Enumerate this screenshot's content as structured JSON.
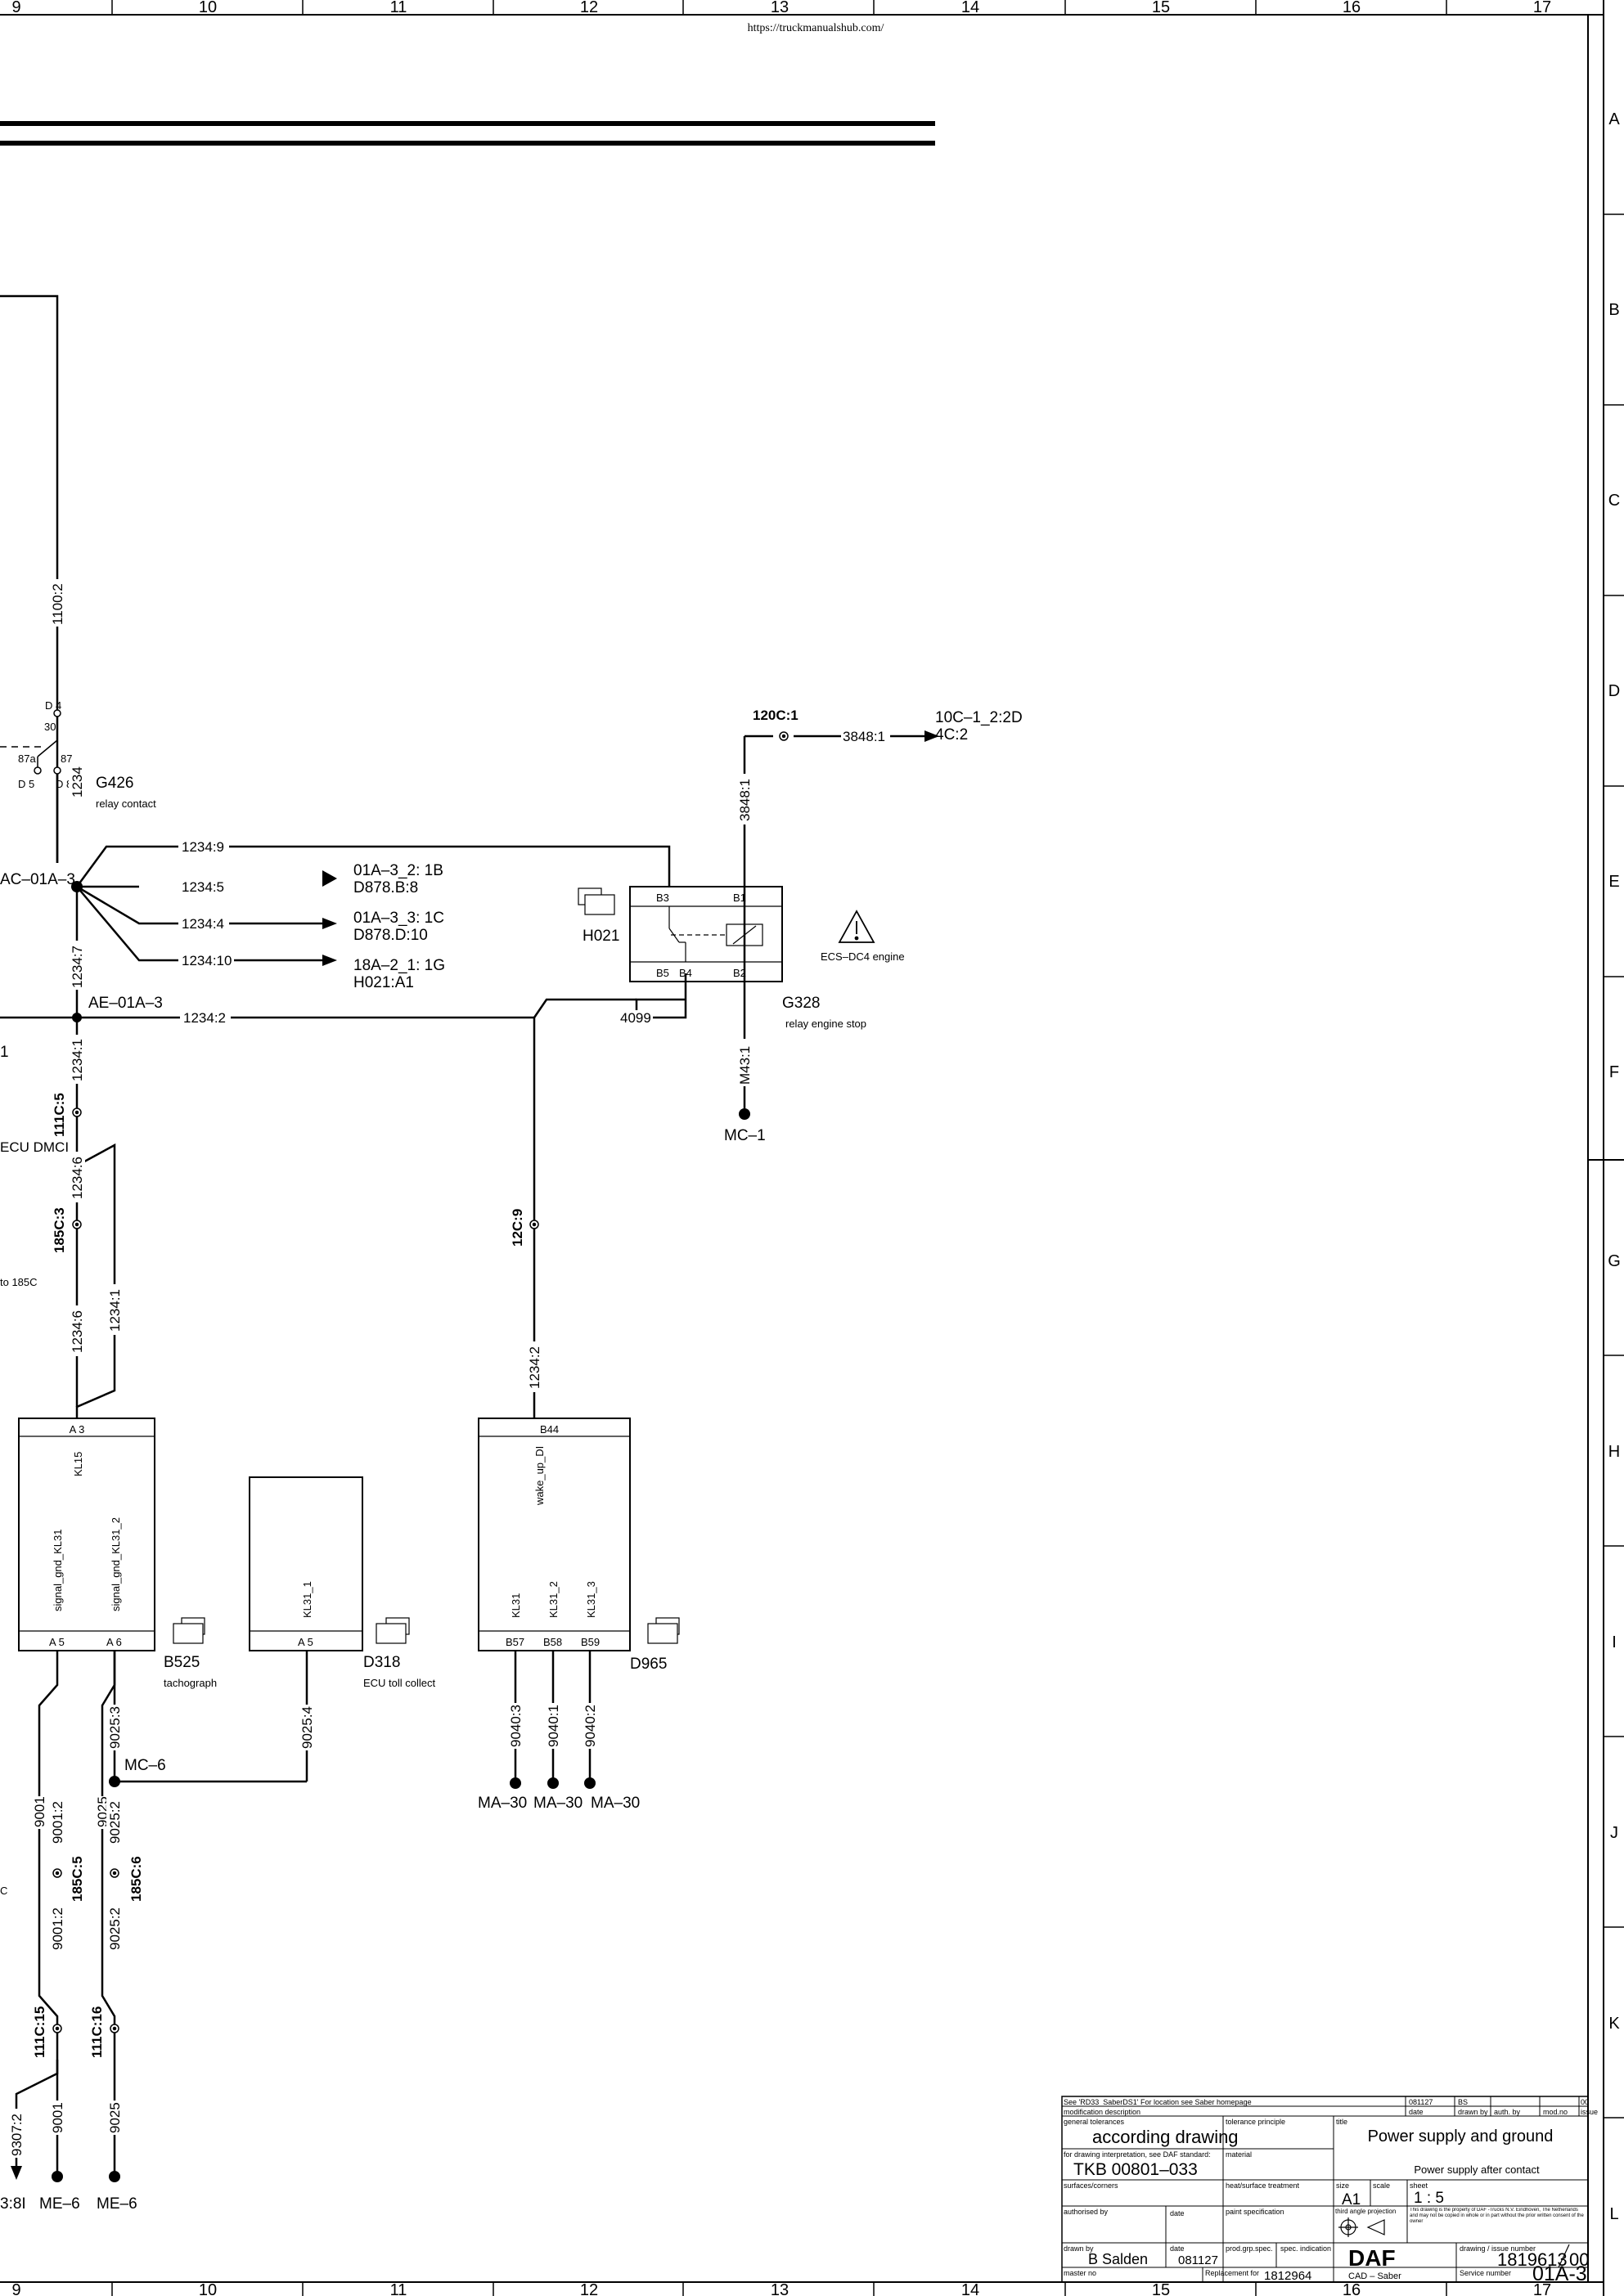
{
  "url": "https://truckmanualshub.com/",
  "grid": {
    "cols": [
      "9",
      "10",
      "11",
      "12",
      "13",
      "14",
      "15",
      "16",
      "17"
    ],
    "rows": [
      "A",
      "B",
      "C",
      "D",
      "E",
      "F",
      "G",
      "H",
      "I",
      "J",
      "K",
      "L"
    ]
  },
  "components": {
    "g426": {
      "id": "G426",
      "desc": "relay contact",
      "pins": [
        "D 4",
        "30",
        "87a",
        "87",
        "D 5",
        "D 8"
      ]
    },
    "g328": {
      "id": "G328",
      "desc": "relay engine stop",
      "pins": [
        "B3",
        "B1",
        "B5",
        "B4",
        "B2"
      ]
    },
    "h021": {
      "id": "H021"
    },
    "ecs": {
      "label": "ECS–DC4  engine"
    },
    "b525": {
      "id": "B525",
      "desc": "tachograph",
      "top_pin": "A 3",
      "top_sig": "KL15",
      "sig1": "signal_gnd_KL31",
      "sig2": "signal_gnd_KL31_2",
      "pin1": "A 5",
      "pin2": "A 6"
    },
    "d318": {
      "id": "D318",
      "desc": "ECU toll collect",
      "sig": "KL31_1",
      "pin": "A 5"
    },
    "d965": {
      "id": "D965",
      "top_pin": "B44",
      "top_sig": "wake_up_DI",
      "sig1": "KL31",
      "sig2": "KL31_2",
      "sig3": "KL31_3",
      "pin1": "B57",
      "pin2": "B58",
      "pin3": "B59"
    }
  },
  "wires": {
    "w1100_2": "1100:2",
    "w1234": "1234",
    "w1234_9": "1234:9",
    "w1234_5": "1234:5",
    "w1234_4": "1234:4",
    "w1234_10": "1234:10",
    "w1234_7": "1234:7",
    "w1234_2": "1234:2",
    "w1234_1": "1234:1",
    "w1234_6": "1234:6",
    "w1234_6b": "1234:6",
    "w1234_1b": "1234:1",
    "w1234_2b": "1234:2",
    "w4099": "4099",
    "w3848_1": "3848:1",
    "w3848_1b": "3848:1",
    "wM43_1": "M43:1",
    "w9025_4": "9025:4",
    "w9025_3": "9025:3",
    "w9025": "9025",
    "w9025_2": "9025:2",
    "w9025_2b": "9025:2",
    "w9025b": "9025",
    "w9001": "9001",
    "w9001_2": "9001:2",
    "w9001_2b": "9001:2",
    "w9001b": "9001",
    "w9040_3": "9040:3",
    "w9040_1": "9040:1",
    "w9040_2": "9040:2",
    "w9307_2": "9307:2"
  },
  "connectors": {
    "c120C_1": "120C:1",
    "c111C_5": "111C:5",
    "c185C_3": "185C:3",
    "c12C_9": "12C:9",
    "c185C_5": "185C:5",
    "c185C_6": "185C:6",
    "c111C_15": "111C:15",
    "c111C_16": "111C:16"
  },
  "refs": {
    "r1a": "01A–3_2: 1B",
    "r1b": "D878.B:8",
    "r2a": "01A–3_3: 1C",
    "r2b": "D878.D:10",
    "r3a": "18A–2_1: 1G",
    "r3b": "H021:A1",
    "r4a": "10C–1_2:2D",
    "r4b": "4C:2"
  },
  "nodes": {
    "ac01a3": "AC–01A–3",
    "ae01a3": "AE–01A–3",
    "mc1": "MC–1",
    "mc6": "MC–6",
    "ma30a": "MA–30",
    "ma30b": "MA–30",
    "ma30c": "MA–30",
    "me6a": "ME–6",
    "me6b": "ME–6",
    "ecu_dmci": "ECU DMCI",
    "to185c": "to 185C",
    "c_frag": "C",
    "f_frag": "1",
    "l_frag": "3:8I"
  },
  "title_block": {
    "note": "See 'RD33_SaberDS1' For location see Saber homepage",
    "note_date": "081127",
    "note_by": "BS",
    "note_issue": "00",
    "h_mod": "modification description",
    "h_date": "date",
    "h_drawn": "drawn by",
    "h_auth": "auth. by",
    "h_mod_no": "mod.no",
    "h_issue": "issue",
    "k_gen_tol": "general tolerances",
    "v_gen_tol": "according drawing",
    "k_tol_pr": "tolerance principle",
    "k_title": "title",
    "v_title": "Power supply and ground",
    "k_interp": "for drawing interpretation, see DAF standard:",
    "v_interp": "TKB 00801–033",
    "k_material": "material",
    "v_subtitle": "Power supply after contact",
    "k_surface": "surfaces/corners",
    "k_heat": "heat/surface treatment",
    "k_size": "size",
    "v_size": "A1",
    "k_scale": "scale",
    "k_sheet": "sheet",
    "v_scale": "1 : 5",
    "k_auth": "authorised by",
    "k_date": "date",
    "k_paint": "paint specification",
    "k_proj": "third angle projection",
    "v_prop": "This drawing is the property of DAF -Trucks N.V. Eindhoven, The Netherlands and may not be copied in whole or in part without the prior written consent of the owner",
    "k_drawn": "drawn by",
    "v_drawn": "B Salden",
    "k_date2": "date",
    "v_date2": "081127",
    "k_prodgrp": "prod.grp.spec.",
    "k_specind": "spec. indication",
    "v_logo": "DAF",
    "k_drawing": "drawing / issue number",
    "v_drawing": "1819613",
    "v_issue": "00",
    "k_master": "master no",
    "k_repl": "Replacement for",
    "v_repl": "1812964",
    "v_cad": "CAD – Saber",
    "k_service": "Service number",
    "v_service": "01A-3"
  }
}
